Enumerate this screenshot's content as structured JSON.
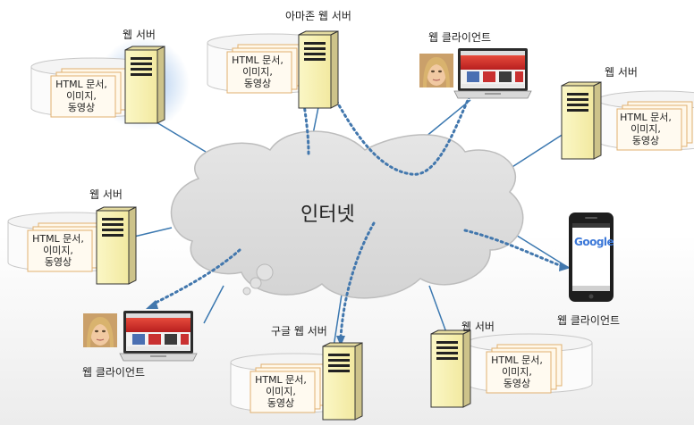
{
  "center": {
    "label": "인터넷"
  },
  "labels": {
    "web_server": "웹 서버",
    "amazon_server": "아마존 웹 서버",
    "google_server": "구글 웹 서버",
    "web_client": "웹 클라이언트"
  },
  "docs": {
    "content": "HTML 문서,\n이미지,\n동영상"
  },
  "phone": {
    "search_brand": "Google"
  }
}
